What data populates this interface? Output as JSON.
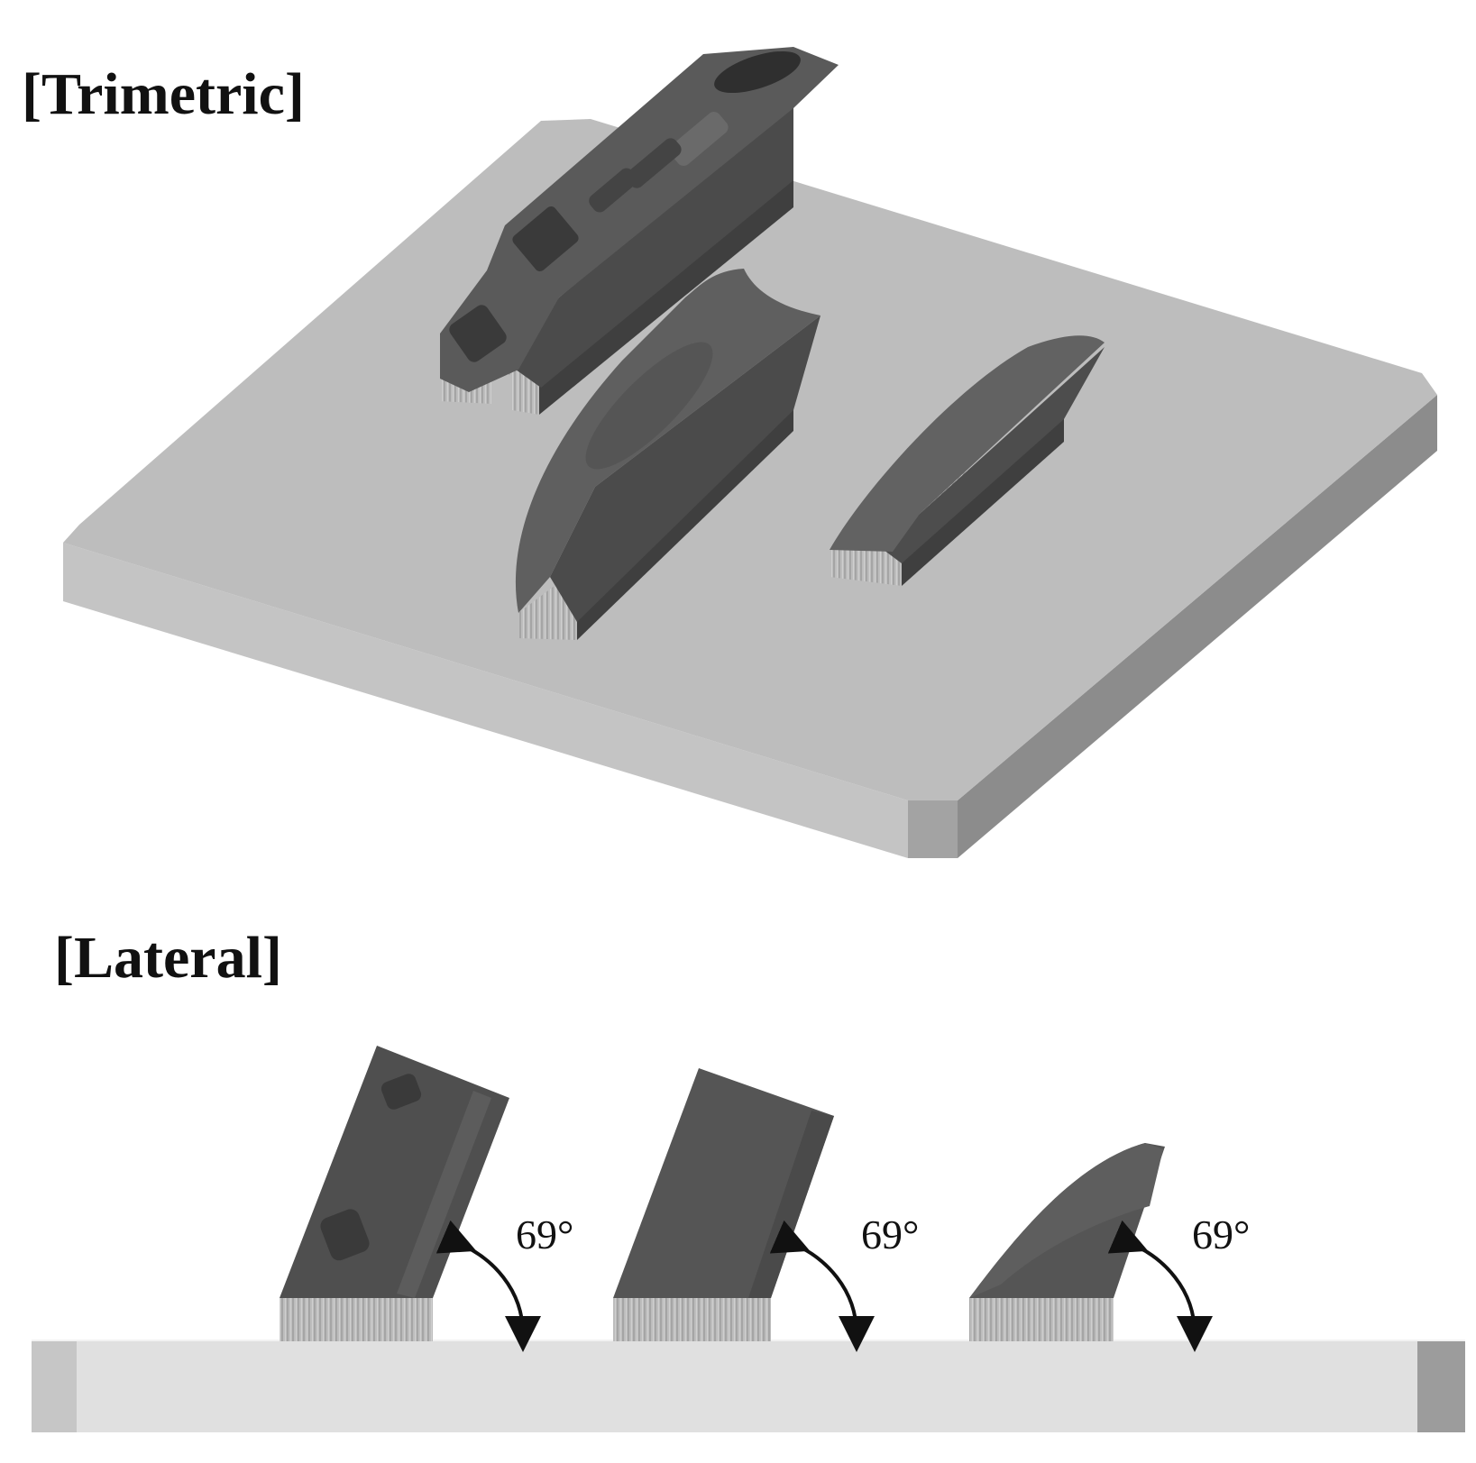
{
  "titles": {
    "trimetric": "[Trimetric]",
    "lateral": "[Lateral]"
  },
  "angles": {
    "part1": "69°",
    "part2": "69°",
    "part3": "69°"
  },
  "colors": {
    "plate_top": "#bdbdbd",
    "plate_side": "#a8a8a8",
    "plate_front": "#8f8f8f",
    "part_dark": "#4a4a4a",
    "part_mid": "#5f5f5f",
    "part_light": "#707070",
    "support": "#b8b8b8",
    "lateral_plate": "#e0e0e0",
    "lateral_plate_end_left": "#c6c6c6",
    "lateral_plate_end_right": "#9c9c9c"
  }
}
